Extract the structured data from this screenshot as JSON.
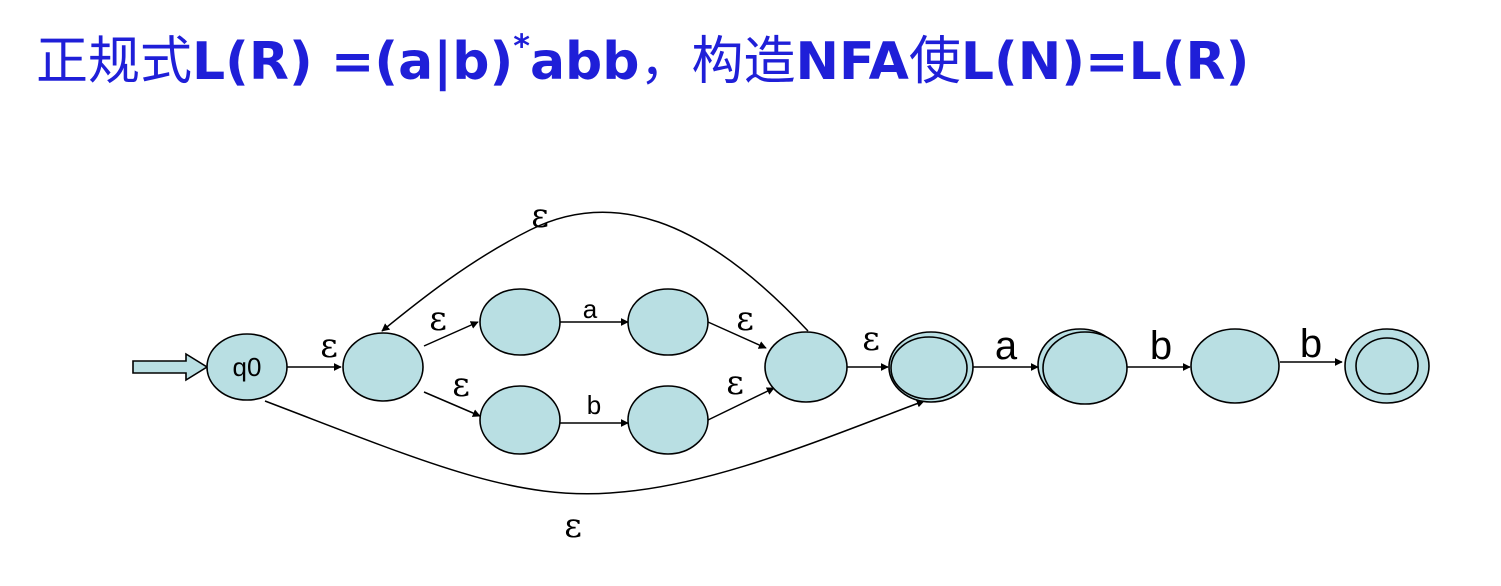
{
  "title": {
    "part1": "正规式",
    "part2": "L(R) =(a|b)",
    "sup": "*",
    "part3": "abb",
    "part4": "，构造",
    "part5": "NFA",
    "part6": "使",
    "part7": "L(N)=L(R)"
  },
  "colors": {
    "title": "#1f1fd8",
    "state_fill": "#b9dfe3",
    "stroke": "#000000"
  },
  "states": {
    "start": "q0"
  },
  "edges": {
    "start_to_s1": "ε",
    "s1_to_s2": "ε",
    "s1_to_s4": "ε",
    "s2_to_s3": "a",
    "s4_to_s5": "b",
    "s3_to_s6": "ε",
    "s5_to_s6": "ε",
    "loop_back": "ε",
    "s6_to_s7": "ε",
    "skip": "ε",
    "s7_to_s8": "a",
    "s8_to_s9": "b",
    "s9_to_s10": "b"
  }
}
